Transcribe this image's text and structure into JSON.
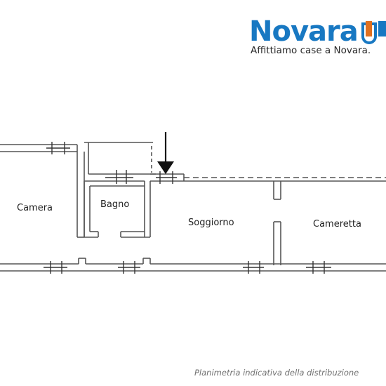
{
  "brand": {
    "name": "Novara",
    "tagline": "Affittiamo case a Novara.",
    "color": "#1878c2",
    "accent_color": "#e07020"
  },
  "rooms": [
    {
      "id": "camera",
      "label": "Camera"
    },
    {
      "id": "bagno",
      "label": "Bagno"
    },
    {
      "id": "soggiorno",
      "label": "Soggiorno"
    },
    {
      "id": "cameretta",
      "label": "Cameretta"
    }
  ],
  "caption": "Planimetria indicativa della distribuzione",
  "icons": {
    "entrance": "down-arrow-icon",
    "logo_mark": "door-icon"
  }
}
